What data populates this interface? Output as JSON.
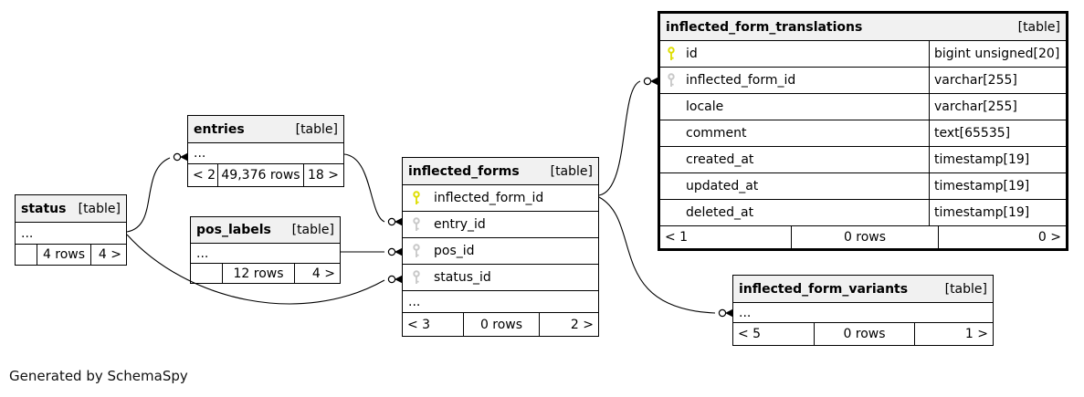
{
  "note": "Generated by SchemaSpy",
  "colors": {
    "header_bg": "#f1f1f1",
    "pk_key": "#dede00",
    "fk_key": "#c8c8c8",
    "line": "#000000"
  },
  "tables": {
    "status": {
      "name": "status",
      "tag": "[table]",
      "ellipsis": "...",
      "footer": {
        "left": "",
        "center": "4 rows",
        "right": "4 >"
      }
    },
    "entries": {
      "name": "entries",
      "tag": "[table]",
      "ellipsis": "...",
      "footer": {
        "left": "< 2",
        "center": "49,376 rows",
        "right": "18 >"
      }
    },
    "pos_labels": {
      "name": "pos_labels",
      "tag": "[table]",
      "ellipsis": "...",
      "footer": {
        "left": "",
        "center": "12 rows",
        "right": "4 >"
      }
    },
    "inflected_forms": {
      "name": "inflected_forms",
      "tag": "[table]",
      "columns": [
        {
          "name": "inflected_form_id",
          "key": "primary"
        },
        {
          "name": "entry_id",
          "key": "foreign"
        },
        {
          "name": "pos_id",
          "key": "foreign"
        },
        {
          "name": "status_id",
          "key": "foreign"
        }
      ],
      "ellipsis": "...",
      "footer": {
        "left": "< 3",
        "center": "0 rows",
        "right": "2 >"
      }
    },
    "inflected_form_translations": {
      "name": "inflected_form_translations",
      "tag": "[table]",
      "columns": [
        {
          "name": "id",
          "type": "bigint unsigned[20]",
          "key": "primary"
        },
        {
          "name": "inflected_form_id",
          "type": "varchar[255]",
          "key": "foreign"
        },
        {
          "name": "locale",
          "type": "varchar[255]",
          "key": ""
        },
        {
          "name": "comment",
          "type": "text[65535]",
          "key": ""
        },
        {
          "name": "created_at",
          "type": "timestamp[19]",
          "key": ""
        },
        {
          "name": "updated_at",
          "type": "timestamp[19]",
          "key": ""
        },
        {
          "name": "deleted_at",
          "type": "timestamp[19]",
          "key": ""
        }
      ],
      "footer": {
        "left": "< 1",
        "center": "0 rows",
        "right": "0 >"
      }
    },
    "inflected_form_variants": {
      "name": "inflected_form_variants",
      "tag": "[table]",
      "ellipsis": "...",
      "footer": {
        "left": "< 5",
        "center": "0 rows",
        "right": "1 >"
      }
    }
  },
  "relationships": [
    {
      "from": "status",
      "to": "entries"
    },
    {
      "from": "status",
      "to": "inflected_forms.status_id"
    },
    {
      "from": "entries",
      "to": "inflected_forms.entry_id"
    },
    {
      "from": "pos_labels",
      "to": "inflected_forms.pos_id"
    },
    {
      "from": "inflected_forms.inflected_form_id",
      "to": "inflected_form_translations.inflected_form_id"
    },
    {
      "from": "inflected_forms.inflected_form_id",
      "to": "inflected_form_variants"
    }
  ]
}
